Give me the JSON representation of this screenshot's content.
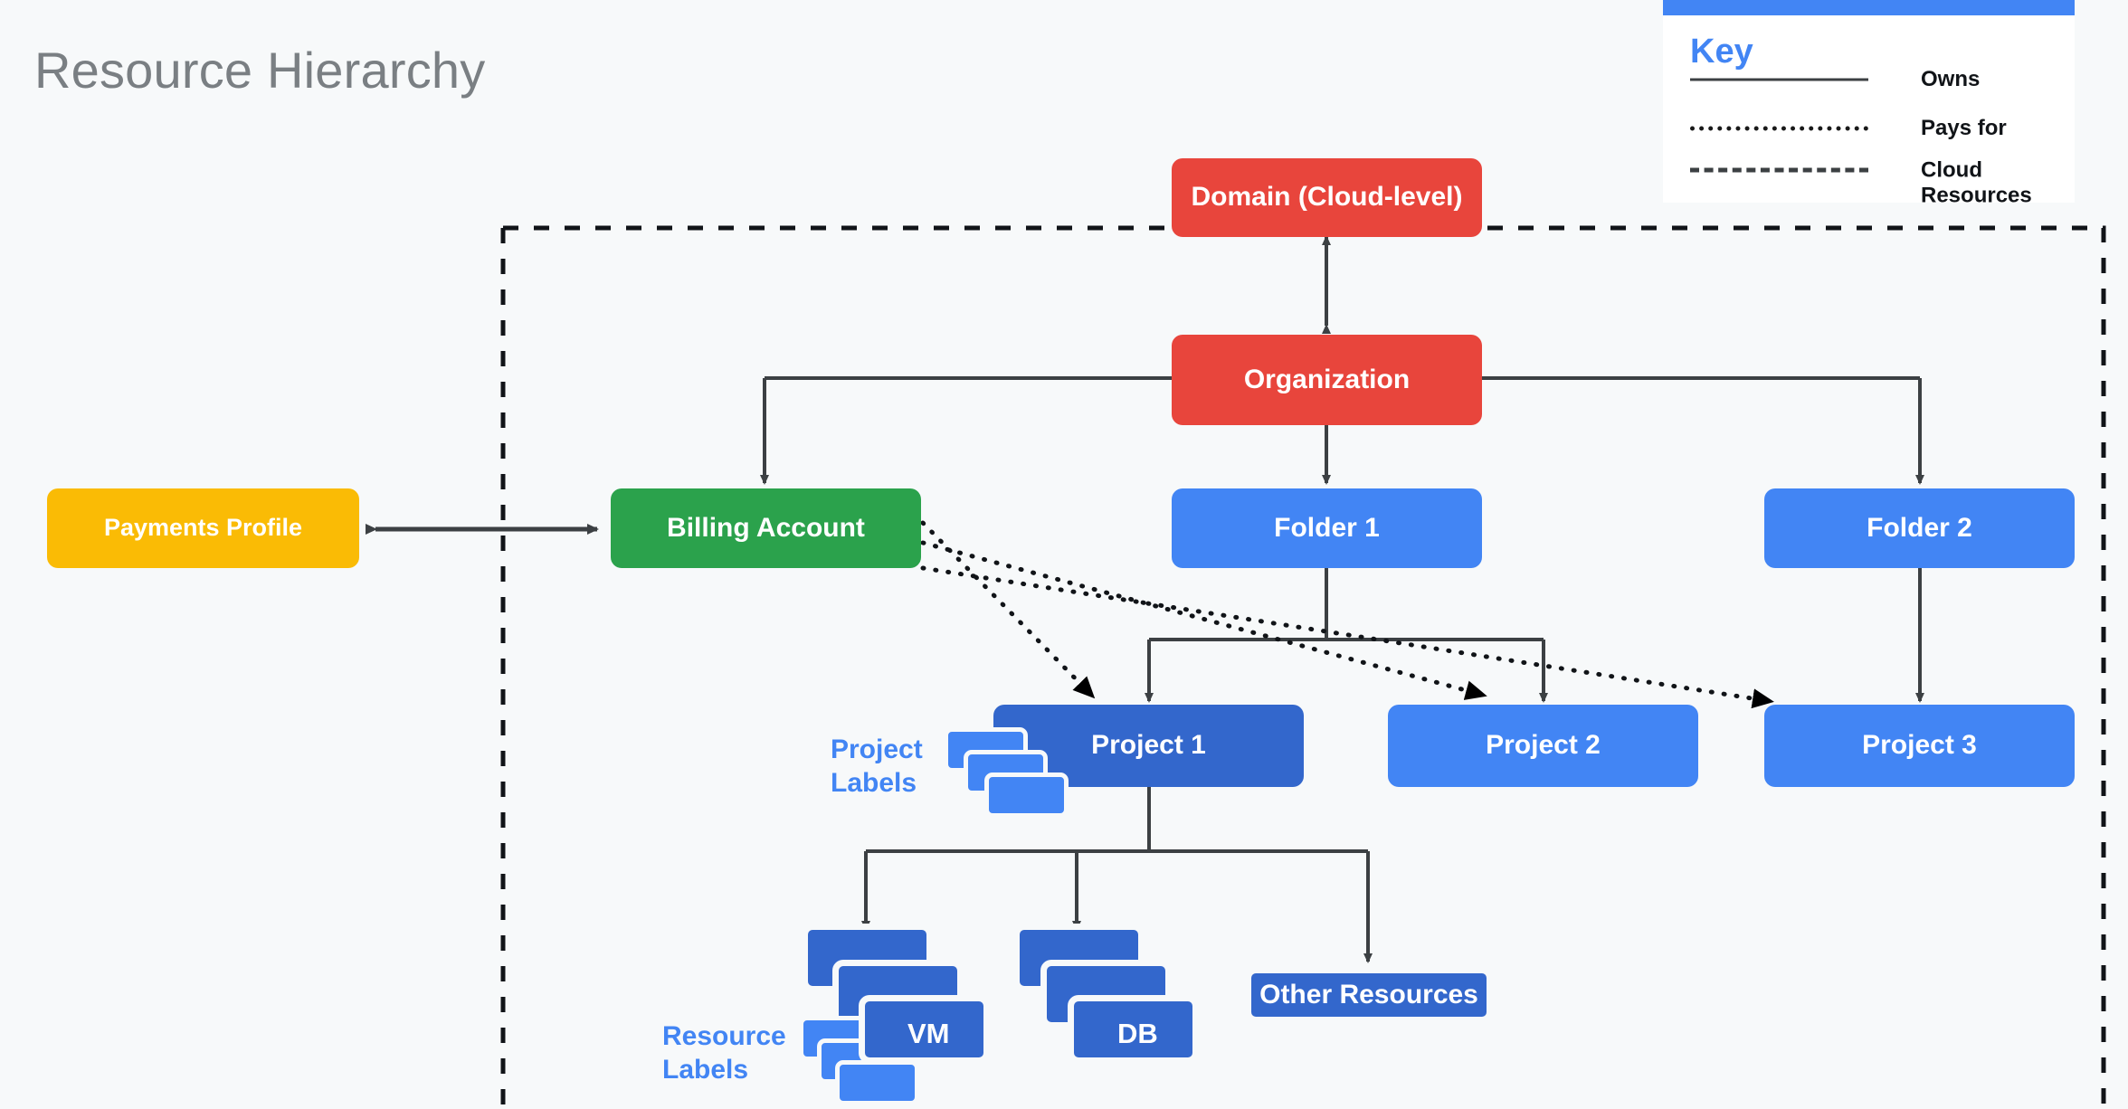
{
  "page": {
    "title": "Resource Hierarchy",
    "background": "#F7F9FA"
  },
  "legend": {
    "title": "Key",
    "accent": "#4285F4",
    "items": [
      {
        "style": "solid",
        "label": "Owns"
      },
      {
        "style": "dotted",
        "label": "Pays for"
      },
      {
        "style": "dashed",
        "label": "Cloud Resources"
      }
    ]
  },
  "colors": {
    "red": "#E8453C",
    "yellow": "#FABB05",
    "green": "#2BA24C",
    "blue_light": "#4285F4",
    "blue_dark": "#3367CC",
    "line": "#3C4043",
    "title_gray": "#7A7F83"
  },
  "nodes": [
    {
      "id": "domain",
      "label": "Domain (Cloud-level)",
      "color": "red",
      "font_size": 30
    },
    {
      "id": "organization",
      "label": "Organization",
      "color": "red",
      "font_size": 30
    },
    {
      "id": "payments_profile",
      "label": "Payments Profile",
      "color": "yellow",
      "font_size": 27
    },
    {
      "id": "billing_account",
      "label": "Billing Account",
      "color": "green",
      "font_size": 30
    },
    {
      "id": "folder_1",
      "label": "Folder 1",
      "color": "blue_light",
      "font_size": 30
    },
    {
      "id": "folder_2",
      "label": "Folder 2",
      "color": "blue_light",
      "font_size": 30
    },
    {
      "id": "project_1",
      "label": "Project 1",
      "color": "blue_dark",
      "font_size": 30
    },
    {
      "id": "project_2",
      "label": "Project 2",
      "color": "blue_light",
      "font_size": 30
    },
    {
      "id": "project_3",
      "label": "Project 3",
      "color": "blue_light",
      "font_size": 30
    },
    {
      "id": "other_resources",
      "label": "Other Resources",
      "color": "blue_dark",
      "font_size": 30
    }
  ],
  "stacks": [
    {
      "id": "vm",
      "label": "VM"
    },
    {
      "id": "db",
      "label": "DB"
    }
  ],
  "side_labels": [
    {
      "id": "project_labels",
      "label": "Project\nLabels"
    },
    {
      "id": "resource_labels",
      "label": "Resource\nLabels"
    }
  ],
  "edges": [
    {
      "from": "organization",
      "to": "domain",
      "type": "owns",
      "bidirectional": true
    },
    {
      "from": "payments_profile",
      "to": "billing_account",
      "type": "owns",
      "bidirectional": true
    },
    {
      "from": "organization",
      "to": "billing_account",
      "type": "owns"
    },
    {
      "from": "organization",
      "to": "folder_1",
      "type": "owns"
    },
    {
      "from": "organization",
      "to": "folder_2",
      "type": "owns"
    },
    {
      "from": "folder_1",
      "to": "project_1",
      "type": "owns"
    },
    {
      "from": "folder_1",
      "to": "project_2",
      "type": "owns"
    },
    {
      "from": "folder_2",
      "to": "project_3",
      "type": "owns"
    },
    {
      "from": "project_1",
      "to": "vm",
      "type": "owns"
    },
    {
      "from": "project_1",
      "to": "db",
      "type": "owns"
    },
    {
      "from": "project_1",
      "to": "other_resources",
      "type": "owns"
    },
    {
      "from": "billing_account",
      "to": "project_1",
      "type": "pays_for"
    },
    {
      "from": "billing_account",
      "to": "project_2",
      "type": "pays_for"
    },
    {
      "from": "billing_account",
      "to": "project_3",
      "type": "pays_for"
    }
  ],
  "cloud_boundary": {
    "style": "dashed",
    "label": "Cloud Resources"
  }
}
